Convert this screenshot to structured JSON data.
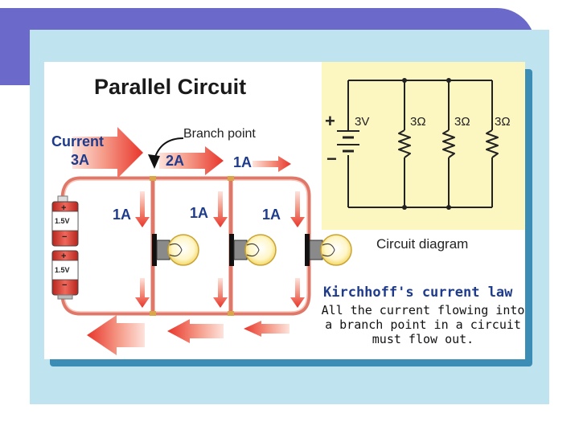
{
  "title": "Parallel Circuit",
  "labels": {
    "current": "Current",
    "main_current": "3A",
    "current_after_branch1": "2A",
    "current_after_branch2": "1A",
    "branch_current_1": "1A",
    "branch_current_2": "1A",
    "branch_current_3": "1A",
    "branch_point": "Branch point"
  },
  "battery": {
    "cell_top": "1.5V",
    "cell_bottom": "1.5V",
    "plus": "+",
    "minus": "−"
  },
  "schematic": {
    "plus": "+",
    "minus": "−",
    "voltage": "3V",
    "resistors": [
      "3Ω",
      "3Ω",
      "3Ω"
    ],
    "caption": "Circuit diagram"
  },
  "law": {
    "title": "Kirchhoff's current law",
    "body": "All the current flowing into a branch point in a circuit must flow out."
  },
  "colors": {
    "banner": "#6b69c9",
    "panel": "#bfe4ef",
    "wire": "#e0786a",
    "arrow": "#e8463a",
    "schematic_bg": "#fcf6c1",
    "label_blue": "#1f3b8c"
  }
}
